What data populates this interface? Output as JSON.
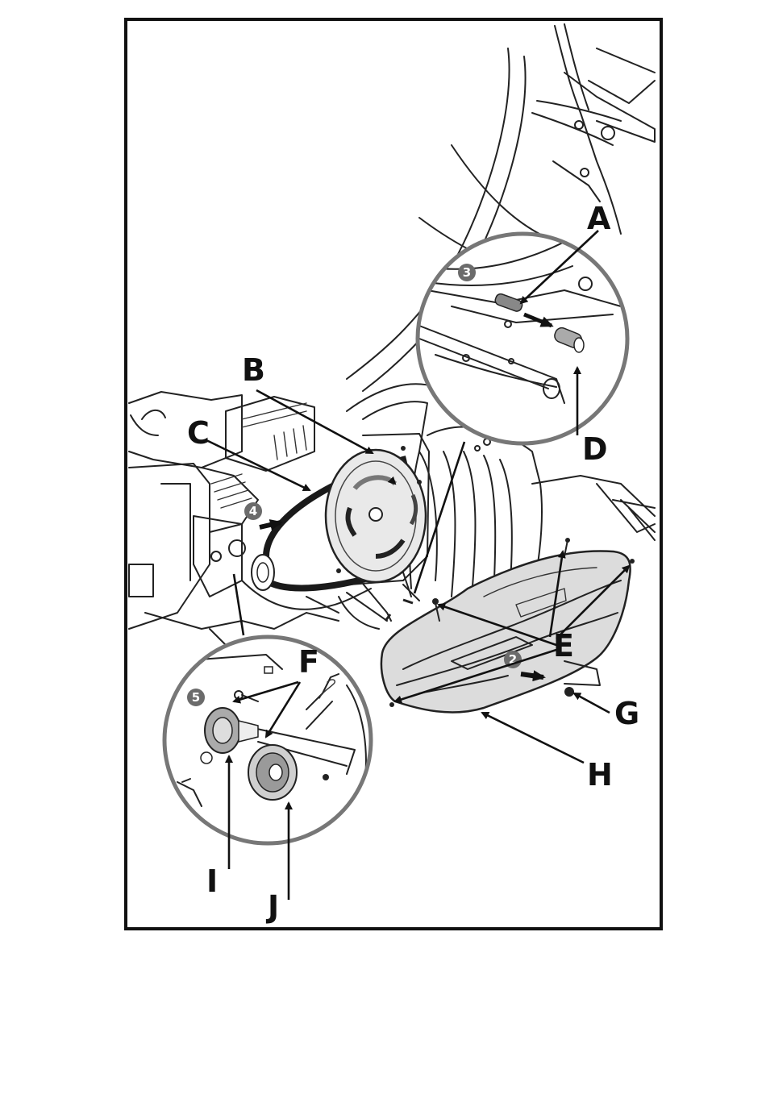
{
  "callouts": {
    "A": "A",
    "B": "B",
    "C": "C",
    "D": "D",
    "E": "E",
    "F": "F",
    "G": "G",
    "H": "H",
    "I": "I",
    "J": "J"
  },
  "steps": {
    "s2": "2",
    "s3": "3",
    "s4": "4",
    "s5": "5"
  },
  "colors": {
    "frame": "#111111",
    "line": "#222222",
    "step_badge": "#6b6b6b",
    "inset_ring": "#777777",
    "belt": "#1a1a1a",
    "cover_fill": "#dcdcdc"
  }
}
